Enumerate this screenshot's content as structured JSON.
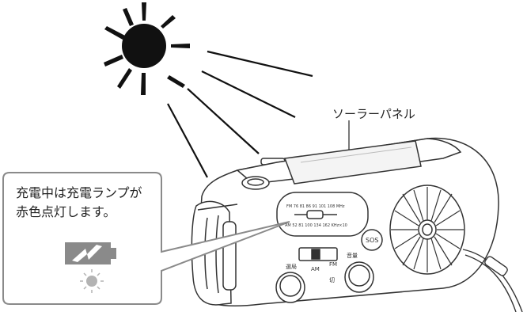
{
  "labels": {
    "solar_panel": "ソーラーパネル",
    "callout_line1": "充電中は充電ランプが",
    "callout_line2": "赤色点灯します。"
  },
  "radio": {
    "sos": "SOS",
    "fm_scale": "FM 76 81 86 91 101 108 MHz",
    "am_scale": "AM 52 81 100 134 162 KHz×10",
    "tuning": "選局",
    "volume": "音量",
    "am": "AM",
    "fm": "FM",
    "off": "切"
  },
  "colors": {
    "sun": "#111111",
    "battery": "#8a8a8a",
    "lamp": "#b3b3b3",
    "outline": "#333333",
    "callout_border": "#8a8a8a"
  },
  "icons": [
    "sun-icon",
    "battery-charging-icon",
    "lamp-lit-icon"
  ]
}
